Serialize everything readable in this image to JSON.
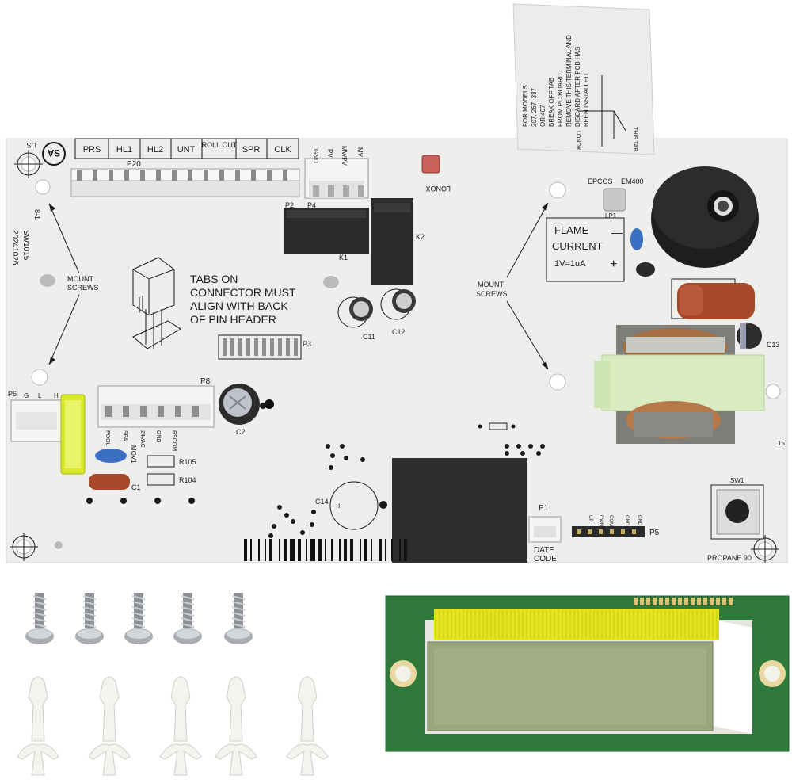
{
  "colors": {
    "board": "#eeeeec",
    "silkscreen": "#1a1a1a",
    "relay": "#2b2b2b",
    "chip": "#2e2e2e",
    "fuse": "#d9e82a",
    "capacitor_orange": "#a8482a",
    "capacitor_blue": "#3b6fc4",
    "transformer_green": "#d8ecc0",
    "lcd_pcb": "#2f7a3a",
    "lcd_glass": "#9aa67c",
    "lcd_strip": "#e3e51e",
    "screw_metal": "#a9adb1",
    "standoff": "#f3f3ef"
  },
  "tag": {
    "lines": [
      "FOR MODELS",
      "207, 267, 337",
      "OR 407",
      "BREAK OFF TAB",
      "FROM PC BOARD",
      "REMOVE THIS TERMINAL AND",
      "DISCARD AFTER PCB HAS",
      "BEEN INSTALLED"
    ],
    "this_tab": "THIS TAB",
    "lonox": "LONOX"
  },
  "board": {
    "cert": "SA",
    "us": "US",
    "connector_labels": [
      "PRS",
      "HL1",
      "HL2",
      "UNT",
      "ROLL OUT",
      "SPR",
      "CLK"
    ],
    "p20": "P20",
    "p4_pins": [
      "GND",
      "PV",
      "MV/PV",
      "MV"
    ],
    "p2": "P2",
    "p4": "P4",
    "lonox": "LONOX",
    "epcos": "EPCOS",
    "em400": "EM400",
    "lp1": "LP1",
    "flame_line1": "FLAME",
    "flame_line2": "CURRENT",
    "flame_line3": "1V=1uA",
    "mount_screws_left": [
      "MOUNT",
      "SCREWS"
    ],
    "mount_screws_right": [
      "MOUNT",
      "SCREWS"
    ],
    "sw_code": "SW1015",
    "date_code": "20241026",
    "rev": "8-1",
    "tabs_note": [
      "TABS ON",
      "CONNECTOR MUST",
      "ALIGN WITH BACK",
      "OF PIN HEADER"
    ],
    "k1": "K1",
    "k2": "K2",
    "c11": "C11",
    "c12": "C12",
    "c13": "C13",
    "c14": "C14",
    "c1": "C1",
    "c2": "C2",
    "p3": "P3",
    "p8": "P8",
    "p6": "P6",
    "p6_pins": [
      "G",
      "L",
      "H"
    ],
    "p8_pins": [
      "POOL",
      "SPA",
      "24VAC",
      "GND",
      "RSCOM"
    ],
    "mov1": "MOV1",
    "r105": "R105",
    "r104": "R104",
    "p1": "P1",
    "date_label": [
      "DATE",
      "CODE"
    ],
    "p5": "P5",
    "p5_pins": [
      "UP",
      "DWN",
      "COM",
      "GND",
      "GND"
    ],
    "sw1": "SW1",
    "propane": "PROPANE 90",
    "edge_num": "15"
  },
  "parts": {
    "screw_count": 5,
    "standoff_count": 5
  }
}
